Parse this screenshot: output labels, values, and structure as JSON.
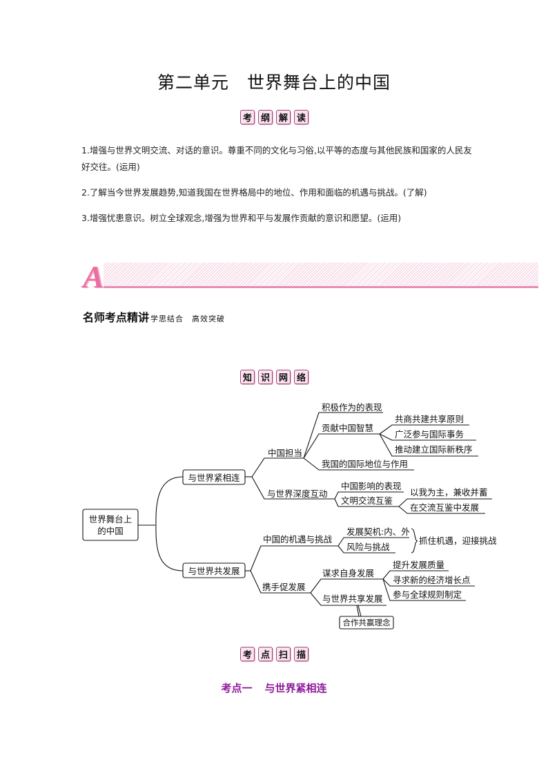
{
  "page": {
    "title_unit": "第二单元",
    "title_main": "世界舞台上的中国"
  },
  "badges": {
    "syllabus": [
      "考",
      "纲",
      "解",
      "读"
    ],
    "knowledge_net": [
      "知",
      "识",
      "网",
      "络"
    ],
    "scan": [
      "考",
      "点",
      "扫",
      "描"
    ]
  },
  "syllabus_items": [
    {
      "text": "1.增强与世界文明交流、对话的意识。尊重不同的文化与习俗,以平等的态度与其他民族和国家的人民友好交往。(运用)"
    },
    {
      "text": "2.了解当今世界发展趋势,知道我国在世界格局中的地位、作用和面临的机遇与挑战。(了解)"
    },
    {
      "text": "3.增强忧患意识。树立全球观念,增强为世界和平与发展作贡献的意识和愿望。(运用)"
    }
  ],
  "banner": {
    "letter": "A"
  },
  "section": {
    "title": "名师考点精讲",
    "subtitle": "学思结合　高效突破"
  },
  "mindmap": {
    "root": "世界舞台上的中国",
    "root_line1": "世界舞台上",
    "root_line2": "的中国",
    "branch1": "与世界紧相连",
    "branch2": "与世界共发展",
    "b1_1": "中国担当",
    "b1_1_1": "积极作为的表现",
    "b1_1_2": "贡献中国智慧",
    "b1_1_2_1": "共商共建共享原则",
    "b1_1_2_2": "广泛参与国际事务",
    "b1_1_2_3": "推动建立国际新秩序",
    "b1_1_3": "我国的国际地位与作用",
    "b1_2": "与世界深度互动",
    "b1_2_1": "中国影响的表现",
    "b1_2_2": "文明交流互鉴",
    "b1_2_2_1": "以我为主，兼收并蓄",
    "b1_2_2_2": "在交流互鉴中发展",
    "b2_1": "中国的机遇与挑战",
    "b2_1_1": "发展契机:内、外",
    "b2_1_2": "风险与挑战",
    "b2_1_r": "抓住机遇，迎接挑战",
    "b2_2": "携手促发展",
    "b2_2_1": "谋求自身发展",
    "b2_2_1_1": "提升发展质量",
    "b2_2_1_2": "寻求新的经济增长点",
    "b2_2_1_3": "参与全球规则制定",
    "b2_2_2": "与世界共享发展",
    "b2_2_2_note": "合作共赢理念"
  },
  "exam_point": {
    "label": "考点一",
    "title": "与世界紧相连",
    "color": "#8e1a9a"
  },
  "colors": {
    "badge_border": "#a04a7a",
    "badge_fill": "#fbe3ef",
    "banner_pink": "#ea6fa1"
  }
}
